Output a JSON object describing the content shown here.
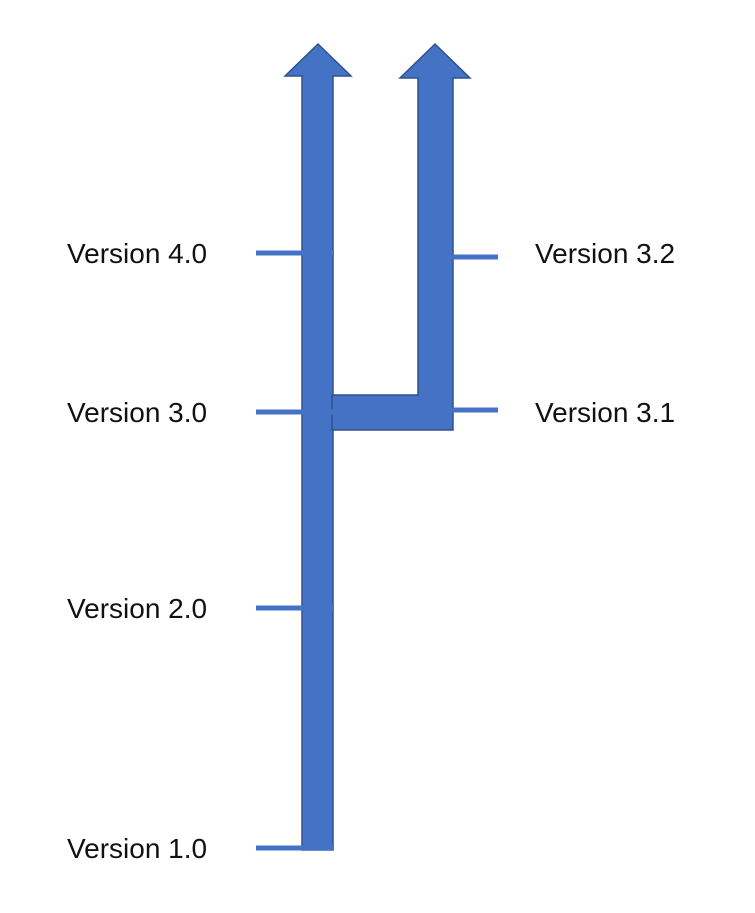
{
  "colors": {
    "branch_fill": "#4472C4",
    "branch_stroke": "#2F528F",
    "tick": "#4472C4",
    "text": "#111111",
    "background": "#FFFFFF"
  },
  "main_branch": {
    "versions": [
      {
        "label": "Version 4.0"
      },
      {
        "label": "Version 3.0"
      },
      {
        "label": "Version 2.0"
      },
      {
        "label": "Version 1.0"
      }
    ]
  },
  "side_branch": {
    "versions": [
      {
        "label": "Version 3.2"
      },
      {
        "label": "Version 3.1"
      }
    ]
  }
}
